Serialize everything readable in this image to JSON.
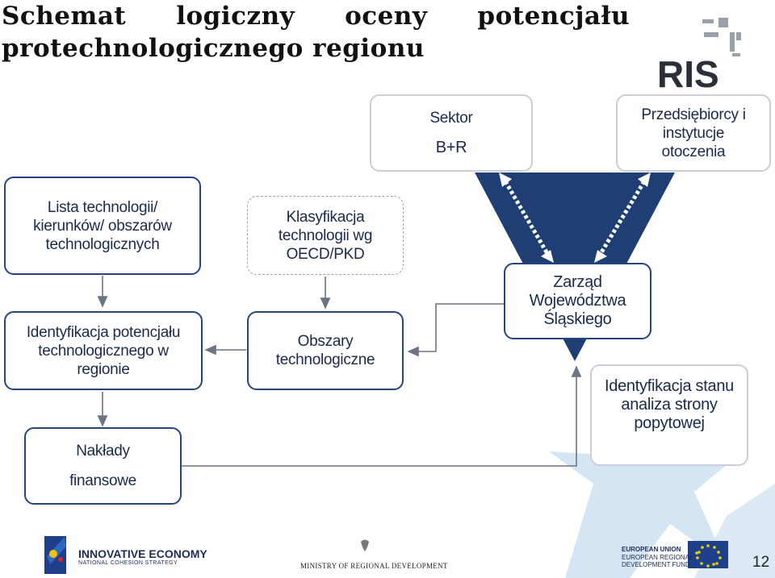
{
  "title": {
    "line1_words": [
      "Schemat",
      "logiczny",
      "oceny",
      "potencjału"
    ],
    "line2": "protechnologicznego regionu"
  },
  "logo": {
    "text": "RIS",
    "icon": "ris-logo-icon"
  },
  "boxes": {
    "sektor": {
      "line1": "Sektor",
      "line2": "B+R"
    },
    "przedsiebiorcy": {
      "line1": "Przedsiębiorcy i",
      "line2": "instytucje",
      "line3": "otoczenia"
    },
    "lista": {
      "line1": "Lista technologii/",
      "line2": "kierunków/ obszarów",
      "line3": "technologicznych"
    },
    "klasyfikacja": {
      "line1": "Klasyfikacja",
      "line2": "technologii wg",
      "line3": "OECD/PKD"
    },
    "identyfikacja_potencjalu": {
      "line1": "Identyfikacja potencjału",
      "line2": "technologicznego w",
      "line3": "regionie"
    },
    "obszary": {
      "line1": "Obszary",
      "line2": "technologiczne"
    },
    "zarzad": {
      "line1": "Zarząd",
      "line2": "Województwa",
      "line3": "Śląskiego"
    },
    "identyfikacja_stanu": {
      "line1": "Identyfikacja stanu",
      "line2": "analiza strony",
      "line3": "popytowej"
    },
    "naklady": {
      "line1": "Nakłady",
      "line2": "finansowe"
    }
  },
  "footer": {
    "innovative_economy": "INNOVATIVE ECONOMY",
    "innovative_sub": "NATIONAL COHESION STRATEGY",
    "ministry": "MINISTRY OF REGIONAL DEVELOPMENT",
    "eu_line1": "EUROPEAN UNION",
    "eu_line2": "EUROPEAN REGIONAL",
    "eu_line3": "DEVELOPMENT FUND",
    "page_number": "12"
  },
  "colors": {
    "navy": "#1f3f74",
    "box_border": "#24457e",
    "star_blue": "#b9d3ec"
  }
}
